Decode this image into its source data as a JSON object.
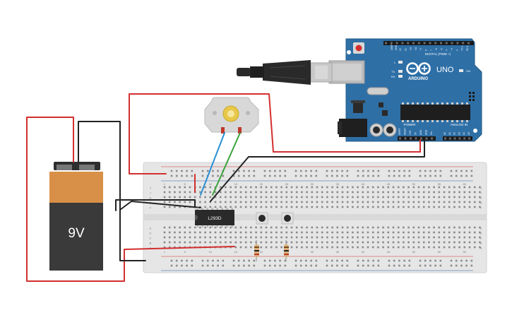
{
  "battery": {
    "label": "9V",
    "color_body": "#3a3a3a",
    "color_cap": "#d89048"
  },
  "chip": {
    "label": "L293D"
  },
  "arduino": {
    "brand": "ARDUINO",
    "model": "UNO",
    "aref": "AREF",
    "gnd": "GND",
    "digital": "DIGITAL (PWM ~)",
    "tx": "TX",
    "rx": "RX",
    "led_l": "L",
    "on": "ON",
    "power": "POWER",
    "analog": "ANALOG IN",
    "digital_pins": [
      "13",
      "12",
      "~11",
      "~10",
      "~9",
      "8",
      "7",
      "~6",
      "~5",
      "4",
      "~3",
      "2",
      "TX 1",
      "RX 0"
    ],
    "power_pins": [
      "IOREF",
      "RESET",
      "3.3V",
      "5V",
      "GND",
      "GND",
      "Vin"
    ],
    "analog_pins": [
      "A0",
      "A1",
      "A2",
      "A3",
      "A4",
      "A5"
    ],
    "color_board": "#2e6fa6"
  },
  "breadboard": {
    "column_numbers": [
      "1",
      "5",
      "10",
      "15",
      "20",
      "25",
      "30",
      "35",
      "40",
      "45",
      "50",
      "55",
      "60"
    ],
    "row_letters_top": [
      "J",
      "I",
      "H",
      "G",
      "F"
    ],
    "row_letters_bottom": [
      "E",
      "D",
      "C",
      "B",
      "A"
    ]
  },
  "wires": {
    "red": "#d32f2f",
    "black": "#222222",
    "blue": "#2a8fd6",
    "green": "#3aa33a"
  }
}
